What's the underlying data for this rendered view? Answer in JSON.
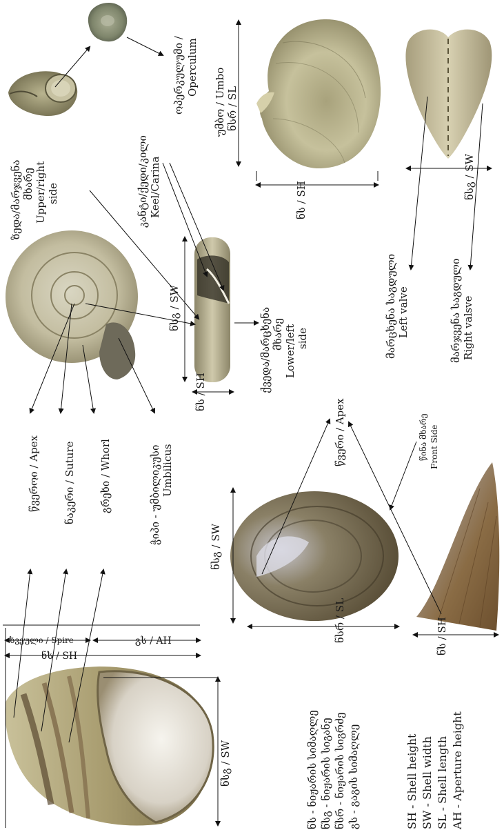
{
  "labels": {
    "operculum": "ოპერკულუმი / Operculum",
    "operculum_ka": "ოპერკულუმი /",
    "operculum_en": "Operculum",
    "umbo_ka": "უმბო / Umbo",
    "umbo_sl": "ნსრ / SL",
    "upper_side_ka1": "ზედა/მარჯვენა",
    "upper_side_ka2": "მხარე",
    "upper_side_en1": "Upper/right",
    "upper_side_en2": "side",
    "keel_ka": "კანტი/ქედი/კილი",
    "keel_en": "Keel/Carina",
    "lower_side_ka1": "ქვედა/მარცხენა",
    "lower_side_ka2": "მხარე",
    "lower_side_en1": "Lower/left",
    "lower_side_en2": "side",
    "left_valve_ka": "მარცხენა საგდული",
    "left_valve_en": "Left valve",
    "right_valve_ka": "მარჯვენა საგდული",
    "right_valve_en": "Right valsve",
    "sh_top_right": "ნს / SH",
    "sw_top_right": "ნსგ / SW",
    "sw_planorb": "ნსგ / SW",
    "sh_planorb": "ნს / SH",
    "apex_ka_en": "წვეროი / Apex",
    "apex_2": "წვერი / Apex",
    "suture": "ნაკერი / Suture",
    "whorl": "გრეხი / Whorl",
    "umbilicus_ka": "ჭიპი - უმბილიკუსი",
    "umbilicus_en": "Umbilicus",
    "front_side_ka": "წინა მხარე",
    "front_side_en": "Front Side",
    "sw_limpet": "ნსგ / SW",
    "sl_limpet": "ნსრ / SL",
    "sh_limpet": "ნს / SH",
    "spire": "ხვეული / Spire",
    "ah": "გს / AH",
    "sh_snail": "ნს / SH",
    "sw_snail": "ნსგ / SW",
    "legend_ka_1": "ნს - ნიჟარის სიმაღლე",
    "legend_ka_2": "ნსგ - ნიჟარის სიგანე",
    "legend_ka_3": "ნსრ - ნიჟარის სიგრძე",
    "legend_ka_4": "გს - გაგის სიმაღლე",
    "legend_en_1": "SH - Shell height",
    "legend_en_2": "SW - Shell width",
    "legend_en_3": "SL - Shell length",
    "legend_en_4": "AH - Aperture height"
  }
}
